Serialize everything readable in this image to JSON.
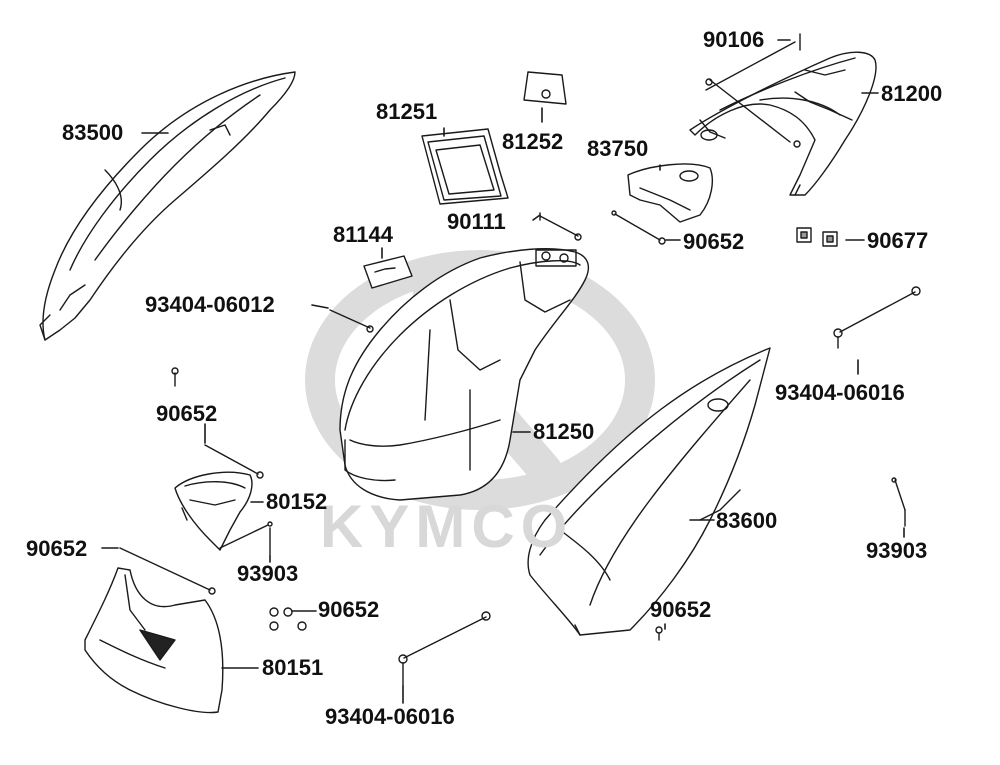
{
  "watermark": {
    "text": "KYMCO"
  },
  "colors": {
    "line": "#1a1a1a",
    "watermark": "#d9d9d9",
    "part_fill": "#ffffff",
    "shade": "#e6e6e6"
  },
  "labels": {
    "p83500": "83500",
    "p81251": "81251",
    "p81252": "81252",
    "p90106": "90106",
    "p81200": "81200",
    "p83750": "83750",
    "p90111": "90111",
    "p90652_a": "90652",
    "p90677": "90677",
    "p81144": "81144",
    "p93404_06012": "93404-06012",
    "p93404_06016_a": "93404-06016",
    "p90652_b": "90652",
    "p81250": "81250",
    "p80152": "80152",
    "p83600": "83600",
    "p93903_a": "93903",
    "p93903_b": "93903",
    "p90652_c": "90652",
    "p90652_d": "90652",
    "p90652_e": "90652",
    "p80151": "80151",
    "p93404_06016_b": "93404-06016"
  }
}
